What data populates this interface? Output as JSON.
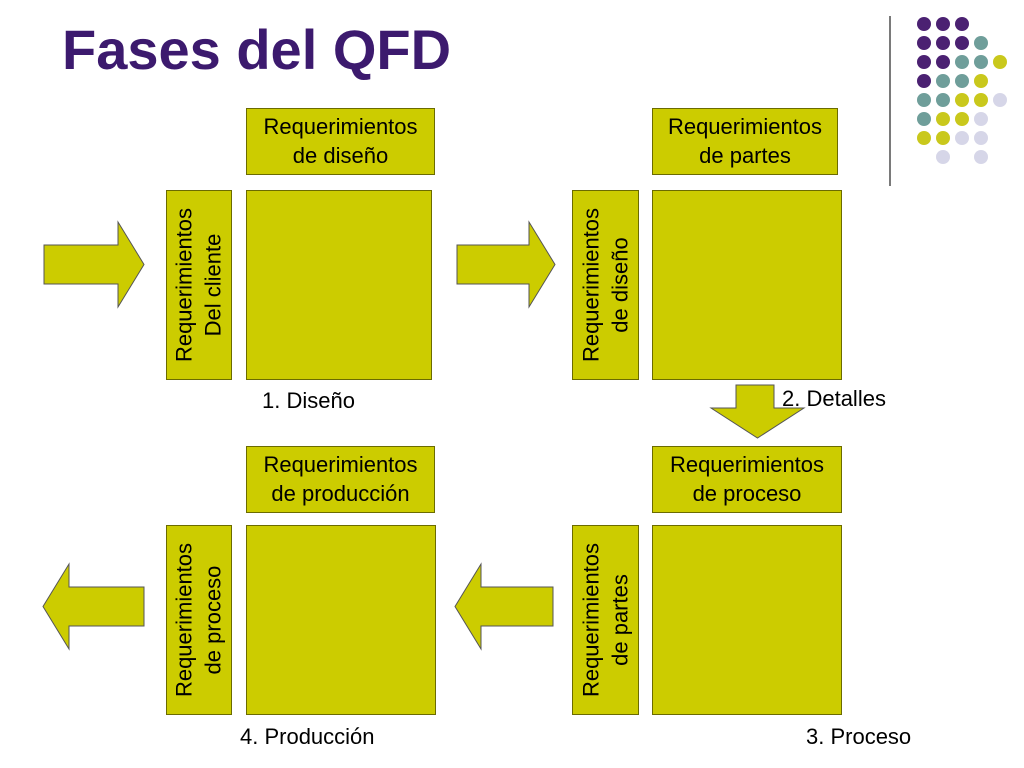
{
  "title": "Fases del QFD",
  "colors": {
    "title": "#3c1a6e",
    "box_fill": "#cccc00",
    "dot_purple": "#4b2172",
    "dot_teal": "#6f9e9a",
    "dot_lime": "#c9c81c",
    "dot_lavender": "#d6d6e8"
  },
  "phases": [
    {
      "top_label": "Requerimientos\nde diseño",
      "side_label": "Requerimientos\nDel cliente",
      "phase_label": "1. Diseño"
    },
    {
      "top_label": "Requerimientos\nde partes",
      "side_label": "Requerimientos\nde diseño",
      "phase_label": "2. Detalles"
    },
    {
      "top_label": "Requerimientos\nde proceso",
      "side_label": "Requerimientos\nde partes",
      "phase_label": "3. Proceso"
    },
    {
      "top_label": "Requerimientos\nde producción",
      "side_label": "Requerimientos\nde proceso",
      "phase_label": "4. Producción"
    }
  ],
  "arrows": [
    {
      "name": "arrow-into-phase-1",
      "direction": "right"
    },
    {
      "name": "arrow-phase-1-to-2",
      "direction": "right"
    },
    {
      "name": "arrow-phase-2-to-3",
      "direction": "down"
    },
    {
      "name": "arrow-phase-3-to-4",
      "direction": "left"
    },
    {
      "name": "arrow-out-of-phase-4",
      "direction": "left"
    }
  ]
}
